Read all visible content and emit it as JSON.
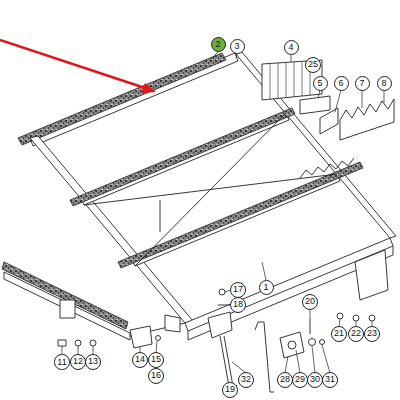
{
  "diagram": {
    "nodes": [
      {
        "text": [
          "2"
        ]
      },
      {
        "text": [
          "3"
        ]
      },
      {
        "text": [
          "4"
        ]
      },
      {
        "text": [
          "25"
        ]
      },
      {
        "text": [
          "5"
        ]
      },
      {
        "text": [
          "6"
        ]
      },
      {
        "text": [
          "7"
        ]
      },
      {
        "text": [
          "8"
        ]
      },
      {
        "text": [
          "1"
        ]
      },
      {
        "text": [
          "17"
        ]
      },
      {
        "text": [
          "20"
        ]
      },
      {
        "text": [
          "18"
        ]
      },
      {
        "text": [
          "21"
        ]
      },
      {
        "text": [
          "22"
        ]
      },
      {
        "text": [
          "23"
        ]
      },
      {
        "text": [
          "14"
        ]
      },
      {
        "text": [
          "11"
        ]
      },
      {
        "text": [
          "12"
        ]
      },
      {
        "text": [
          "13"
        ]
      },
      {
        "text": [
          "15"
        ]
      },
      {
        "text": [
          "16"
        ]
      },
      {
        "text": [
          "32"
        ]
      },
      {
        "text": [
          "28"
        ]
      },
      {
        "text": [
          "29"
        ]
      },
      {
        "text": [
          "30"
        ]
      },
      {
        "text": [
          "31"
        ]
      },
      {
        "text": [
          "19"
        ]
      }
    ]
  }
}
